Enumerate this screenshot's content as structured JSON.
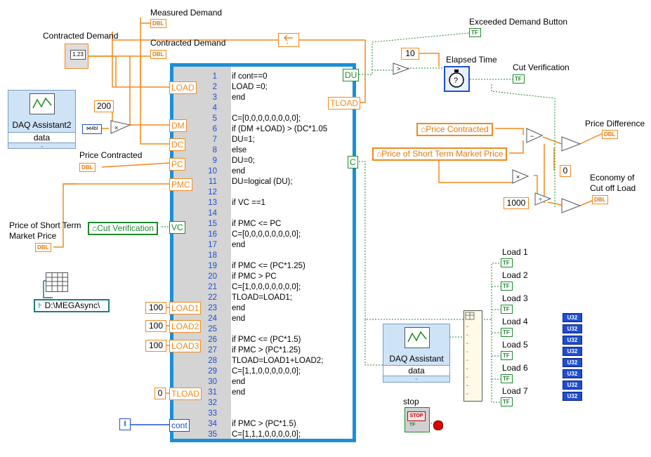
{
  "labels": {
    "measured_demand": "Measured Demand",
    "contracted_demand_ctrl": "Contracted Demand",
    "contracted_demand_ind": "Contracted Demand",
    "daq_assistant2": "DAQ Assistant2",
    "daq_data": "data",
    "price_contracted_ctrl": "Price Contracted",
    "price_short_term_ctrl_line1": "Price of Short Term",
    "price_short_term_ctrl_line2": "Market Price",
    "exceeded_demand_button": "Exceeded Demand Button",
    "elapsed_time": "Elapsed Time",
    "cut_verification": "Cut Verification",
    "price_difference": "Price Difference",
    "economy_line1": "Economy of",
    "economy_line2": "Cut off Load",
    "daq_assistant": "DAQ Assistant",
    "stop": "stop",
    "loads": [
      "Load 1",
      "Load 2",
      "Load 3",
      "Load 4",
      "Load 5",
      "Load 6",
      "Load 7"
    ]
  },
  "terminals": {
    "dbl": "DBL",
    "tf": "TF",
    "u32": "U32",
    "i": "I",
    "stop_face": "STOP"
  },
  "local_vars": {
    "price_contracted": "Price Contracted",
    "price_short_term": "Price of Short Term  Market Price",
    "cut_verification": "Cut Verification"
  },
  "path_constant": "D:\\MEGAsync\\",
  "constants": {
    "c200": "200",
    "c10": "10",
    "c0": "0",
    "c1000": "1000",
    "load1": "100",
    "load2": "100",
    "load3": "100",
    "tload0": "0",
    "knob": "1.23"
  },
  "tunnels_left": {
    "load": "LOAD",
    "dm": "DM",
    "dc": "DC",
    "pc": "PC",
    "pmc": "PMC",
    "vc": "VC",
    "load1": "LOAD1",
    "load2": "LOAD2",
    "load3": "LOAD3",
    "tload": "TLOAD",
    "cont": "cont"
  },
  "tunnels_right": {
    "du": "DU",
    "tload": "TLOAD",
    "c": "C"
  },
  "script": {
    "line_numbers": [
      "1",
      "2",
      "3",
      "4",
      "5",
      "6",
      "7",
      "8",
      "9",
      "10",
      "11",
      "12",
      "13",
      "14",
      "15",
      "16",
      "17",
      "18",
      "19",
      "20",
      "21",
      "22",
      "23",
      "24",
      "25",
      "26",
      "27",
      "28",
      "29",
      "30",
      "31",
      "32",
      "33",
      "34",
      "35"
    ],
    "lines": [
      "if cont==0",
      "LOAD =0;",
      "end",
      "",
      "C=[0,0,0,0,0,0,0,0];",
      "if (DM +LOAD) > (DC*1.05",
      "DU=1;",
      "else",
      "DU=0;",
      "end",
      "DU=logical (DU);",
      "",
      "if VC ==1",
      "",
      "if PMC <= PC",
      "C=[0,0,0,0,0,0,0,0];",
      "end",
      "",
      "if PMC <= (PC*1.25)",
      "if PMC > PC",
      "C=[1,0,0,0,0,0,0,0];",
      "TLOAD=LOAD1;",
      "end",
      "end",
      "",
      "if PMC <= (PC*1.5)",
      "if PMC > (PC*1.25)",
      "TLOAD=LOAD1+LOAD2;",
      "C=[1,1,0,0,0,0,0,0];",
      "end",
      "end",
      "",
      "",
      "if PMC > (PC*1.5)",
      "C=[1,1,1,0,0,0,0,0];"
    ]
  },
  "colors": {
    "double_wire": "#f18a1c",
    "bool_wire": "#1e8a2e",
    "int_wire": "#1f4fd1",
    "script_border": "#1a8fd8"
  }
}
